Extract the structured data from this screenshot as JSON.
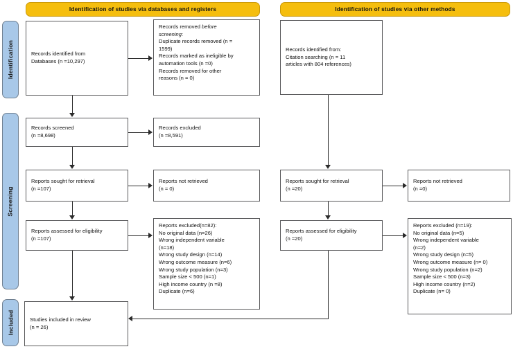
{
  "diagram": {
    "title": "PRISMA 2020 flow diagram",
    "colors": {
      "banner_fill": "#F5BE0E",
      "rail_fill": "#A8C8E8",
      "box_border": "#58585a",
      "connector": "#2b2b2b"
    }
  },
  "banners": {
    "databases": "Identification of studies via databases and registers",
    "other": "Identification of studies via other methods"
  },
  "rails": {
    "identification": "Identification",
    "screening": "Screening",
    "included": "Included"
  },
  "boxes": {
    "records_identified": {
      "lines": [
        "Records identified from",
        "Databases (n =10,297)"
      ]
    },
    "records_removed": {
      "lines": [
        "Records removed before",
        "screening:",
        "Duplicate records removed (n =",
        "1599)",
        "Records marked as ineligible by",
        "automation tools (n =0)",
        "Records removed for other",
        "reasons (n = 0)"
      ],
      "italic_word": "before screening"
    },
    "records_screened": {
      "lines": [
        "Records screened",
        "(n =8,698)"
      ]
    },
    "records_excluded": {
      "lines": [
        "Records excluded",
        "(n =8,591)"
      ]
    },
    "reports_sought": {
      "lines": [
        "Reports sought for retrieval",
        "(n =107)"
      ]
    },
    "reports_not_retrieved": {
      "lines": [
        "Reports not retrieved",
        "(n = 0)"
      ]
    },
    "reports_assessed": {
      "lines": [
        "Reports assessed for eligibility",
        "(n =107)"
      ]
    },
    "reports_excluded": {
      "lines": [
        "Reports excluded(n=82):",
        "No original data (n=26)",
        "Wrong independent variable",
        "(n=18)",
        "Wrong study design (n=14)",
        "Wrong outcome measure (n=6)",
        "Wrong study population (n=3)",
        "Sample size < 500 (n=1)",
        "High income country (n =8)",
        "Duplicate (n=6)"
      ]
    },
    "studies_included": {
      "lines": [
        "Studies included in review",
        "(n = 26)"
      ]
    },
    "other_identified": {
      "lines": [
        "Records identified from:",
        "Citation searching (n = 11",
        "articles with 804 references)"
      ]
    },
    "other_reports_sought": {
      "lines": [
        "Reports sought for retrieval",
        "(n =20)"
      ]
    },
    "other_reports_not_retrieved": {
      "lines": [
        "Reports not retrieved",
        "(n =0)"
      ]
    },
    "other_reports_assessed": {
      "lines": [
        "Reports assessed for eligibility",
        "(n =20)"
      ]
    },
    "other_reports_excluded": {
      "lines": [
        "Reports excluded (n=19):",
        "No original data (n=5)",
        "Wrong independent variable",
        "(n=2)",
        "Wrong study design (n=5)",
        "Wrong outcome measure (n= 0)",
        "Wrong study population (n=2)",
        "Sample size < 500 (n=3)",
        "High income country (n=2)",
        "Duplicate (n= 0)"
      ]
    }
  },
  "chart_data": {
    "type": "diagram",
    "title": "PRISMA 2020 flow diagram for new systematic reviews",
    "stages": [
      "Identification",
      "Screening",
      "Included"
    ],
    "counts": {
      "records_identified_databases": 10297,
      "duplicate_records_removed": 1599,
      "records_marked_ineligible_automation": 0,
      "records_removed_other_reasons": 0,
      "records_screened": 8698,
      "records_excluded": 8591,
      "reports_sought_for_retrieval": 107,
      "reports_not_retrieved": 0,
      "reports_assessed_for_eligibility": 107,
      "reports_excluded_total": 82,
      "studies_included_in_review": 26,
      "citation_searching_articles": 11,
      "citation_searching_references": 804,
      "other_reports_sought_for_retrieval": 20,
      "other_reports_not_retrieved": 0,
      "other_reports_assessed_for_eligibility": 20,
      "other_reports_excluded_total": 19
    },
    "exclusion_reasons_databases": [
      {
        "reason": "No original data",
        "n": 26
      },
      {
        "reason": "Wrong independent variable",
        "n": 18
      },
      {
        "reason": "Wrong study design",
        "n": 14
      },
      {
        "reason": "Wrong outcome measure",
        "n": 6
      },
      {
        "reason": "Wrong study population",
        "n": 3
      },
      {
        "reason": "Sample size < 500",
        "n": 1
      },
      {
        "reason": "High income country",
        "n": 8
      },
      {
        "reason": "Duplicate",
        "n": 6
      }
    ],
    "exclusion_reasons_other": [
      {
        "reason": "No original data",
        "n": 5
      },
      {
        "reason": "Wrong independent variable",
        "n": 2
      },
      {
        "reason": "Wrong study design",
        "n": 5
      },
      {
        "reason": "Wrong outcome measure",
        "n": 0
      },
      {
        "reason": "Wrong study population",
        "n": 2
      },
      {
        "reason": "Sample size < 500",
        "n": 3
      },
      {
        "reason": "High income country",
        "n": 2
      },
      {
        "reason": "Duplicate",
        "n": 0
      }
    ]
  }
}
